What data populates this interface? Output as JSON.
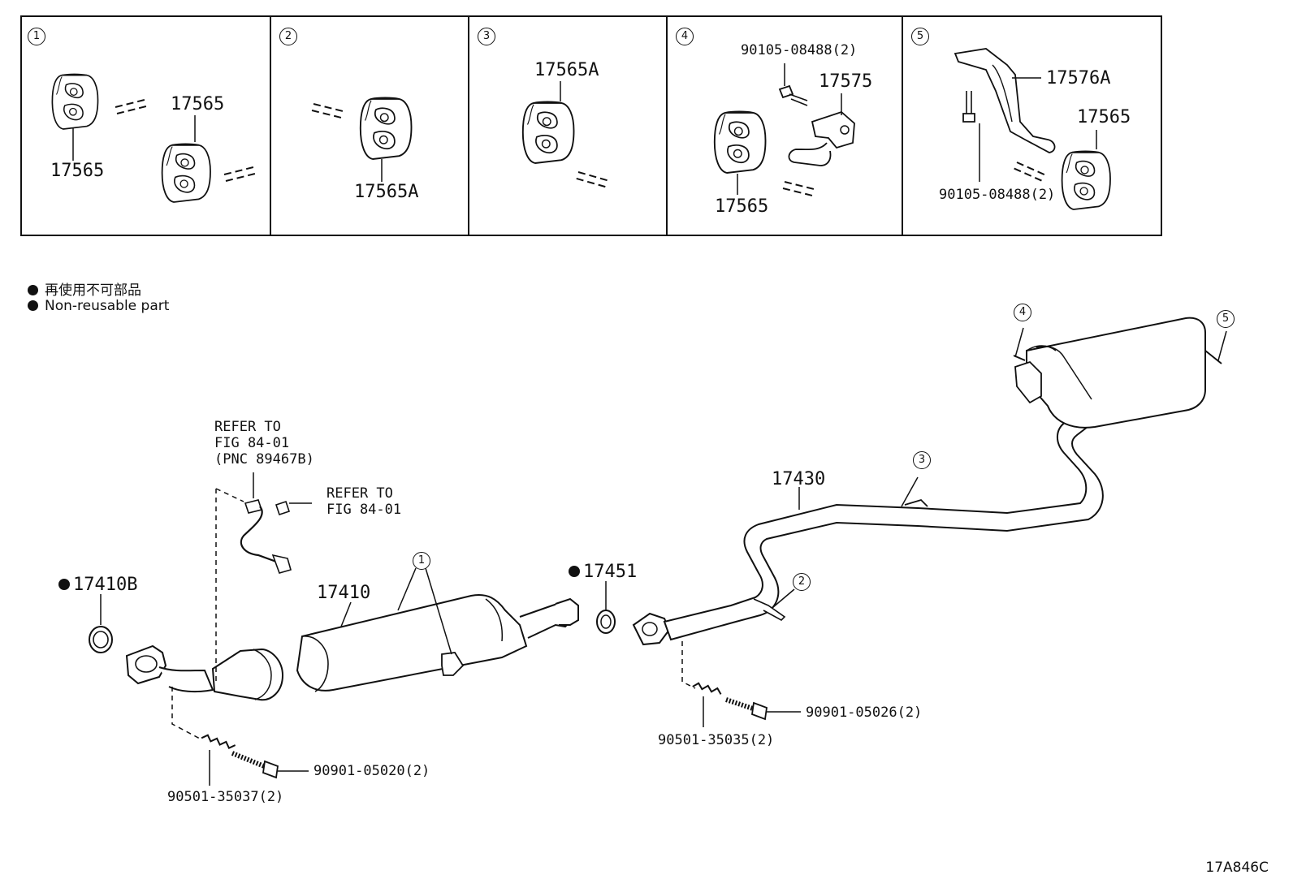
{
  "legend": {
    "jp": "再使用不可部品",
    "en": "Non-reusable part"
  },
  "figure_code": "17A846C",
  "panels": [
    {
      "num": "1",
      "labels": [
        "17565",
        "17565"
      ]
    },
    {
      "num": "2",
      "labels": [
        "17565A"
      ]
    },
    {
      "num": "3",
      "labels": [
        "17565A"
      ]
    },
    {
      "num": "4",
      "labels": [
        "90105-08488(2)",
        "17575",
        "17565"
      ]
    },
    {
      "num": "5",
      "labels": [
        "17576A",
        "17565",
        "90105-08488(2)"
      ]
    }
  ],
  "main": {
    "refer1": [
      "REFER TO",
      "FIG 84-01",
      "(PNC 89467B)"
    ],
    "refer2": [
      "REFER TO",
      "FIG 84-01"
    ],
    "p17410B": "17410B",
    "p17410": "17410",
    "p17451": "17451",
    "p17430": "17430",
    "bolt_left": "90901-05020(2)",
    "spring_left": "90501-35037(2)",
    "bolt_right": "90901-05026(2)",
    "spring_right": "90501-35035(2)",
    "callouts": [
      "1",
      "2",
      "3",
      "4",
      "5"
    ]
  }
}
